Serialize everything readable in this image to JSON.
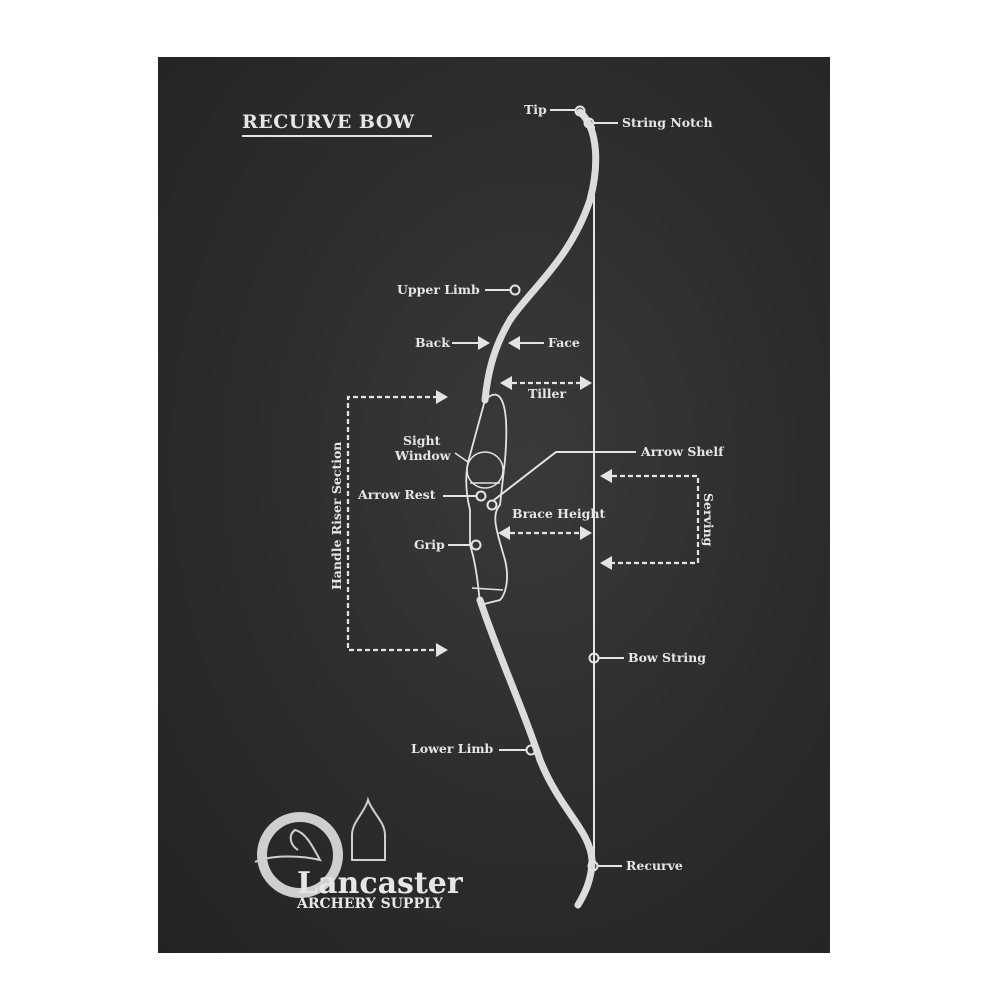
{
  "title": "RECURVE BOW",
  "labels": {
    "tip": "Tip",
    "string_notch": "String Notch",
    "upper_limb": "Upper Limb",
    "back": "Back",
    "face": "Face",
    "tiller": "Tiller",
    "sight_window_line1": "Sight",
    "sight_window_line2": "Window",
    "arrow_shelf": "Arrow Shelf",
    "arrow_rest": "Arrow Rest",
    "brace_height": "Brace Height",
    "grip": "Grip",
    "serving": "Serving",
    "handle_riser_section": "Handle Riser Section",
    "bow_string": "Bow String",
    "lower_limb": "Lower Limb",
    "recurve": "Recurve"
  },
  "logo": {
    "name": "Lancaster",
    "tagline": "ARCHERY SUPPLY"
  },
  "colors": {
    "board": "#2e2e2e",
    "chalk": "#e6e6e6",
    "background": "#ffffff"
  }
}
